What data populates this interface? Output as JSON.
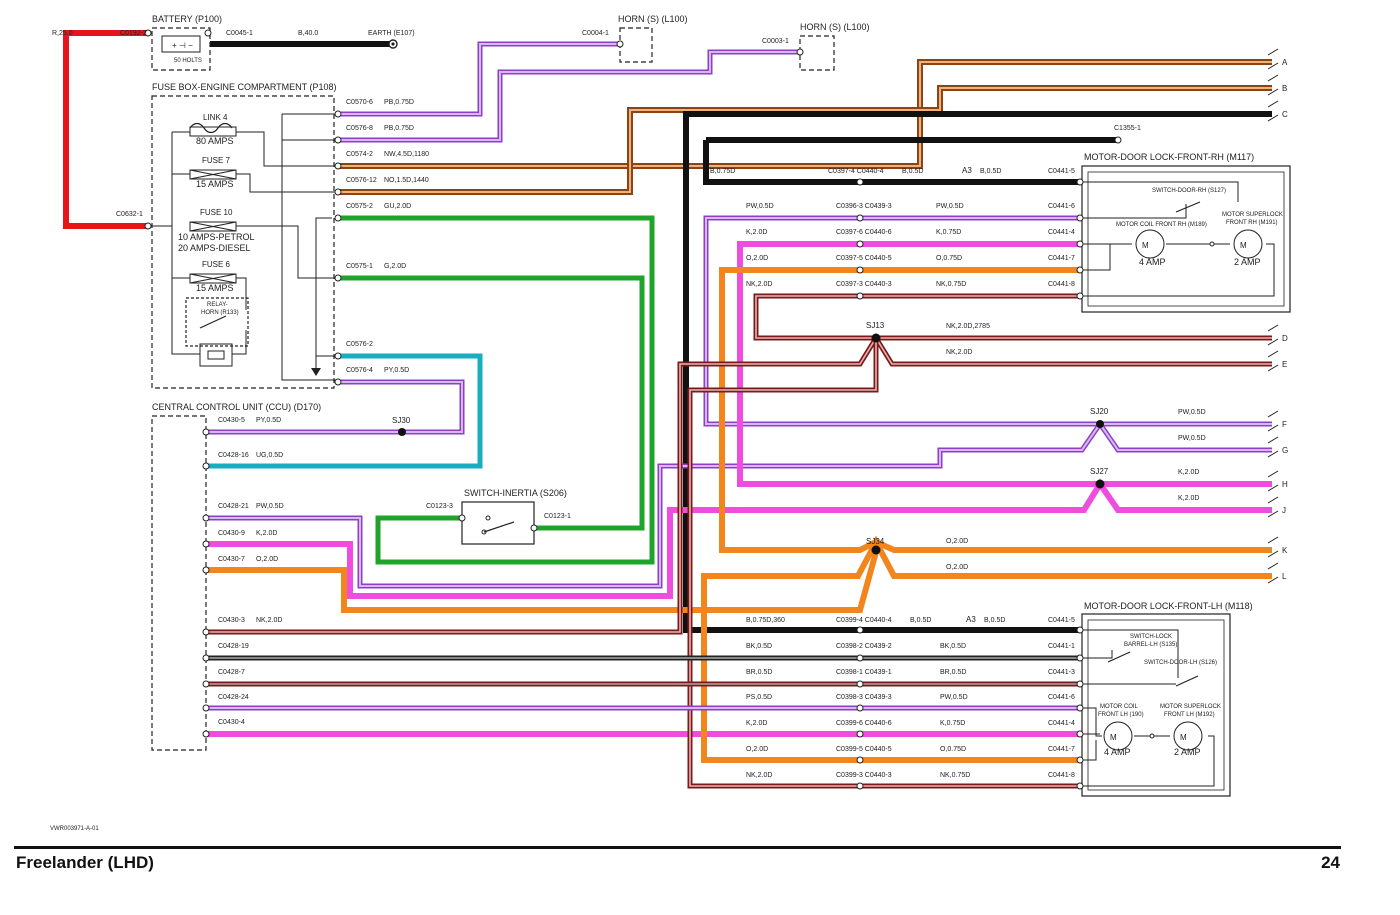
{
  "footer": {
    "title": "Freelander (LHD)",
    "page": "24",
    "ref": "VWR003971-A-01"
  },
  "components": {
    "battery": "BATTERY (P100)",
    "battery_sub": "50 HOLTS",
    "horn1": "HORN (S) (L100)",
    "horn2": "HORN (S) (L100)",
    "fusebox": "FUSE BOX-ENGINE COMPARTMENT (P108)",
    "link4": "LINK 4",
    "link4_amps": "80 AMPS",
    "fuse7": "FUSE 7",
    "fuse7_amps": "15 AMPS",
    "fuse10": "FUSE 10",
    "fuse10_a": "10 AMPS-PETROL",
    "fuse10_b": "20 AMPS-DIESEL",
    "fuse6": "FUSE 6",
    "fuse6_amps": "15 AMPS",
    "relay1": "RELAY-",
    "relay2": "HORN (R133)",
    "ccu": "CENTRAL CONTROL UNIT (CCU) (D170)",
    "inertia": "SWITCH-INERTIA (S206)",
    "m117": "MOTOR-DOOR LOCK-FRONT-RH (M117)",
    "m117_sw": "SWITCH-DOOR-RH (S127)",
    "m117_coil": "MOTOR COIL FRONT RH (M189)",
    "m117_super1": "MOTOR SUPERLOCK",
    "m117_super2": "FRONT RH (M191)",
    "m117_a1": "4 AMP",
    "m117_a2": "2 AMP",
    "m118": "MOTOR-DOOR LOCK-FRONT-LH (M118)",
    "m118_sw1a": "SWITCH-LOCK",
    "m118_sw1b": "BARREL-LH (S135)",
    "m118_sw2": "SWITCH-DOOR-LH (S126)",
    "m118_coil1": "MOTOR COIL",
    "m118_coil2": "FRONT LH (190)",
    "m118_super1": "MOTOR SUPERLOCK",
    "m118_super2": "FRONT LH (M192)",
    "m118_a1": "4 AMP",
    "m118_a2": "2 AMP"
  },
  "labels": {
    "r25": "R,25.0",
    "c0192_2": "C0192-2",
    "c0045_1": "C0045-1",
    "b400": "B,40.0",
    "earth": "EARTH (E107)",
    "c0004_1": "C0004-1",
    "c0003_1": "C0003-1",
    "c0632_1": "C0632-1",
    "c0570_6": "C0570-6",
    "pb1": "PB,0.75D",
    "c0576_8": "C0576-8",
    "pb2": "PB,0.75D",
    "c0574_2": "C0574-2",
    "nw": "NW,4.5D,1180",
    "c0576_12": "C0576-12",
    "no": "NO,1.5D,1440",
    "c0575_2": "C0575-2",
    "gu": "GU,2.0D",
    "c0575_1": "C0575-1",
    "g2": "G,2.0D",
    "c0576_2": "C0576-2",
    "c0576_4": "C0576-4",
    "py1": "PY,0.5D",
    "c0430_5": "C0430-5",
    "py2": "PY,0.5D",
    "sj30": "SJ30",
    "c0428_16": "C0428-16",
    "ug": "UG,0.5D",
    "c0123_3": "C0123-3",
    "c0123_1": "C0123-1",
    "c0428_21": "C0428-21",
    "pw1": "PW,0.5D",
    "c0430_9": "C0430-9",
    "k1": "K,2.0D",
    "c0430_7": "C0430-7",
    "o1": "O,2.0D",
    "c0430_3": "C0430-3",
    "nk1": "NK,2.0D",
    "c0428_19": "C0428-19",
    "c0428_7": "C0428-7",
    "c0428_24": "C0428-24",
    "c0430_4": "C0430-4",
    "c1355_1": "C1355-1",
    "b075d": "B,0.75D",
    "c0397_4": "C0397-4 C0440-4",
    "b05d1": "B,0.5D",
    "a3_1": "A3",
    "b05d2": "B,0.5D",
    "c0441_5": "C0441-5",
    "pw05d": "PW,0.5D",
    "c0396_3": "C0396-3 C0439-3",
    "pw05d_b": "PW,0.5D",
    "c0441_6": "C0441-6",
    "k20d": "K,2.0D",
    "c0397_6": "C0397-6 C0440-6",
    "k075d": "K,0.75D",
    "c0441_4": "C0441-4",
    "o20d": "O,2.0D",
    "c0397_5": "C0397-5 C0440-5",
    "o075d": "O,0.75D",
    "c0441_7": "C0441-7",
    "nk20d": "NK,2.0D",
    "c0397_3": "C0397-3 C0440-3",
    "nk075d": "NK,0.75D",
    "c0441_8": "C0441-8",
    "sj13": "SJ13",
    "nk2785": "NK,2.0D,2785",
    "nk20d_e": "NK,2.0D",
    "sj20": "SJ20",
    "pw05d_f": "PW,0.5D",
    "pw05d_g": "PW,0.5D",
    "sj27": "SJ27",
    "k20d_h": "K,2.0D",
    "k20d_j": "K,2.0D",
    "sj34": "SJ34",
    "o20d_k": "O,2.0D",
    "o20d_l": "O,2.0D",
    "lh_b": "B,0.75D,360",
    "c0399_4": "C0399-4 C0440-4",
    "lh_b05": "B,0.5D",
    "a3_2": "A3",
    "lh_b05b": "B,0.5D",
    "c0441_5b": "C0441-5",
    "lh_bk": "BK,0.5D",
    "c0398_2": "C0398-2 C0439-2",
    "lh_bk2": "BK,0.5D",
    "c0441_1": "C0441-1",
    "lh_br": "BR,0.5D",
    "c0398_1": "C0398-1 C0439-1",
    "lh_br2": "BR,0.5D",
    "c0441_3": "C0441-3",
    "lh_ps": "PS,0.5D",
    "c0398_3": "C0398-3 C0439-3",
    "lh_pw": "PW,0.5D",
    "c0441_6b": "C0441-6",
    "lh_k": "K,2.0D",
    "c0399_6": "C0399-6 C0440-6",
    "lh_k2": "K,0.75D",
    "c0441_4b": "C0441-4",
    "lh_o": "O,2.0D",
    "c0399_5": "C0399-5 C0440-5",
    "lh_o2": "O,0.75D",
    "c0441_7b": "C0441-7",
    "lh_nk": "NK,2.0D",
    "c0399_3": "C0399-3 C0440-3",
    "lh_nk2": "NK,0.75D",
    "c0441_8b": "C0441-8"
  },
  "edge_refs": [
    "A",
    "B",
    "C",
    "D",
    "E",
    "F",
    "G",
    "H",
    "J",
    "K",
    "L"
  ],
  "colors": {
    "red": "#e8141b",
    "black": "#111111",
    "purple": "#8e3fc4",
    "purple_light": "#c9a6ec",
    "brown": "#8a4416",
    "brown_light": "#e2a56a",
    "green": "#1fa32a",
    "cyan": "#17aebf",
    "pink": "#ef4de0",
    "orange": "#f2851c",
    "darkred": "#7a1a1a",
    "grey_white": "#d8d8d8"
  }
}
